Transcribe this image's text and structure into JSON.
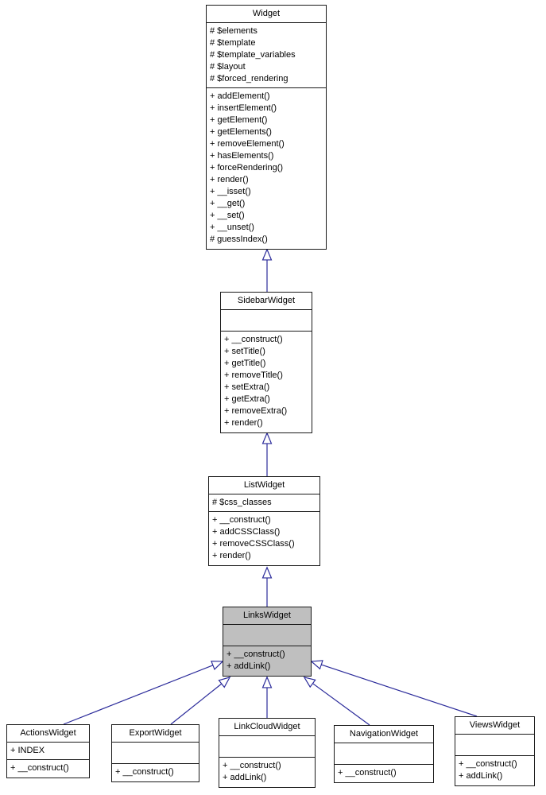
{
  "diagram": {
    "type": "uml-class-inheritance",
    "colors": {
      "edge": "#2a2a9a",
      "box_border": "#1a1a1a",
      "highlight_fill": "#bfbfbf",
      "background": "#ffffff"
    },
    "classes": {
      "widget": {
        "name": "Widget",
        "attributes": [
          "# $elements",
          "# $template",
          "# $template_variables",
          "# $layout",
          "# $forced_rendering"
        ],
        "methods": [
          "+ addElement()",
          "+ insertElement()",
          "+ getElement()",
          "+ getElements()",
          "+ removeElement()",
          "+ hasElements()",
          "+ forceRendering()",
          "+ render()",
          "+ __isset()",
          "+ __get()",
          "+ __set()",
          "+ __unset()",
          "# guessIndex()"
        ]
      },
      "sidebar_widget": {
        "name": "SidebarWidget",
        "attributes": [],
        "methods": [
          "+ __construct()",
          "+ setTitle()",
          "+ getTitle()",
          "+ removeTitle()",
          "+ setExtra()",
          "+ getExtra()",
          "+ removeExtra()",
          "+ render()"
        ]
      },
      "list_widget": {
        "name": "ListWidget",
        "attributes": [
          "# $css_classes"
        ],
        "methods": [
          "+ __construct()",
          "+ addCSSClass()",
          "+ removeCSSClass()",
          "+ render()"
        ]
      },
      "links_widget": {
        "name": "LinksWidget",
        "attributes": [],
        "methods": [
          "+ __construct()",
          "+ addLink()"
        ]
      },
      "actions_widget": {
        "name": "ActionsWidget",
        "attributes": [
          "+ INDEX"
        ],
        "methods": [
          "+ __construct()"
        ]
      },
      "export_widget": {
        "name": "ExportWidget",
        "attributes": [],
        "methods": [
          "+ __construct()"
        ]
      },
      "link_cloud_widget": {
        "name": "LinkCloudWidget",
        "attributes": [],
        "methods": [
          "+ __construct()",
          "+ addLink()"
        ]
      },
      "navigation_widget": {
        "name": "NavigationWidget",
        "attributes": [],
        "methods": [
          "+ __construct()"
        ]
      },
      "views_widget": {
        "name": "ViewsWidget",
        "attributes": [],
        "methods": [
          "+ __construct()",
          "+ addLink()"
        ]
      }
    },
    "edges": [
      {
        "from": "SidebarWidget",
        "to": "Widget"
      },
      {
        "from": "ListWidget",
        "to": "SidebarWidget"
      },
      {
        "from": "LinksWidget",
        "to": "ListWidget"
      },
      {
        "from": "ActionsWidget",
        "to": "LinksWidget"
      },
      {
        "from": "ExportWidget",
        "to": "LinksWidget"
      },
      {
        "from": "LinkCloudWidget",
        "to": "LinksWidget"
      },
      {
        "from": "NavigationWidget",
        "to": "LinksWidget"
      },
      {
        "from": "ViewsWidget",
        "to": "LinksWidget"
      }
    ]
  }
}
